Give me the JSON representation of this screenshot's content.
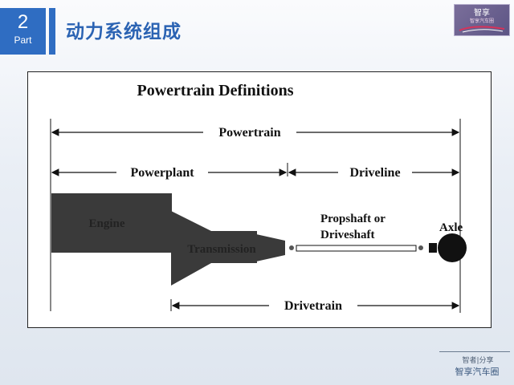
{
  "header": {
    "part_number": "2",
    "part_label": "Part",
    "title": "动力系统组成",
    "logo_main": "智享",
    "logo_sub": "智享汽车圈"
  },
  "diagram": {
    "title": "Powertrain Definitions",
    "labels": {
      "powertrain": "Powertrain",
      "powerplant": "Powerplant",
      "driveline": "Driveline",
      "engine": "Engine",
      "transmission": "Transmission",
      "propshaft_line1": "Propshaft or",
      "propshaft_line2": "Driveshaft",
      "axle": "Axle",
      "drivetrain": "Drivetrain"
    }
  },
  "footer": {
    "top_text": "智者|分享",
    "bottom_text": "智享汽车圈"
  }
}
